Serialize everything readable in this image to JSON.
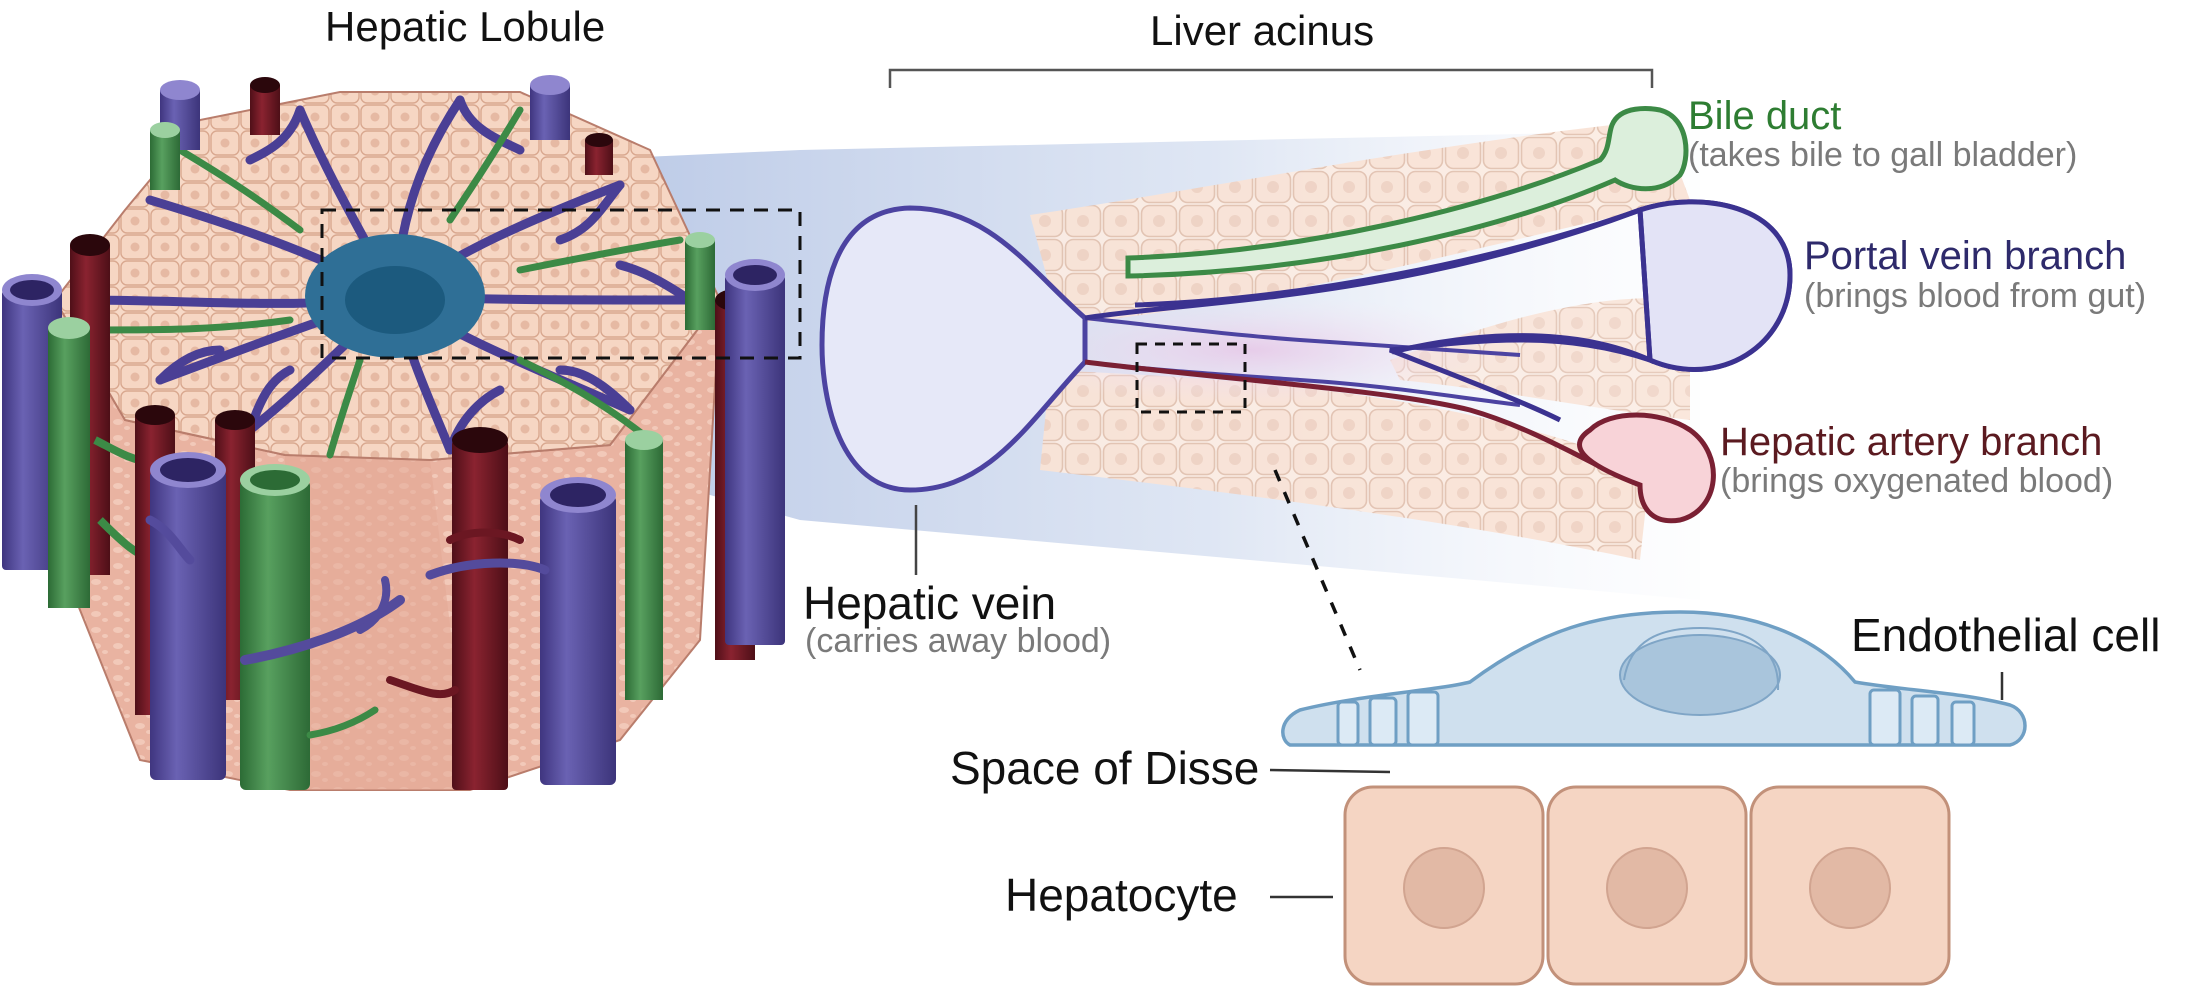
{
  "titles": {
    "lobule": "Hepatic Lobule",
    "acinus": "Liver acinus"
  },
  "labels": {
    "bile_duct": {
      "name": "Bile duct",
      "desc": "(takes bile to gall bladder)"
    },
    "portal_vein": {
      "name": "Portal vein branch",
      "desc": "(brings blood from gut)"
    },
    "hepatic_artery": {
      "name": "Hepatic artery branch",
      "desc": "(brings oxygenated blood)"
    },
    "hepatic_vein": {
      "name": "Hepatic vein",
      "desc": "(carries away blood)"
    },
    "endothelial": {
      "name": "Endothelial cell"
    },
    "space_of_disse": {
      "name": "Space of Disse"
    },
    "hepatocyte": {
      "name": "Hepatocyte"
    }
  },
  "colors": {
    "portal_vein": "#544b9c",
    "hepatic_artery": "#6b1722",
    "bile_duct": "#3c8a46",
    "central_vein": "#1c5a7e",
    "hepatocyte": "#f5d5c3",
    "hepatocyte_border": "#c2917a",
    "endothelial": "#cfe0ee",
    "endothelial_border": "#6f9fc4",
    "acinus_cone": "#c9d6ec",
    "bile_label": "#2e7d32",
    "portal_label": "#2e2a6b",
    "artery_label": "#5b1a20"
  }
}
